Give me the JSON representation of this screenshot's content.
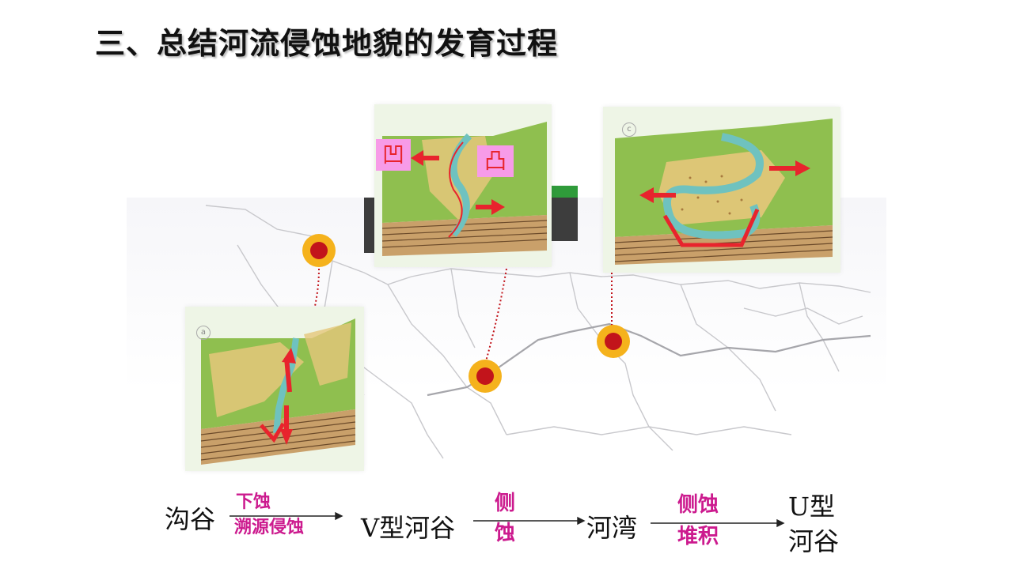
{
  "title": "三、总结河流侵蚀地貌的发育过程",
  "panels": {
    "a": {
      "letter": "a"
    },
    "b": {
      "letter": "",
      "concave_label": "凹",
      "convex_label": "凸"
    },
    "c": {
      "letter": "c"
    }
  },
  "flow": {
    "stage1": "沟谷",
    "process1_top": "下蚀",
    "process1_bottom": "溯源侵蚀",
    "stage2": "V型河谷",
    "process2_top": "侧",
    "process2_bottom": "蚀",
    "stage3": "河湾",
    "process3_top": "侧蚀",
    "process3_bottom": "堆积",
    "stage4_top": "U型",
    "stage4_bottom": "河谷"
  },
  "colors": {
    "arrow_red": "#e8242d",
    "marker_outer": "#f5b21c",
    "marker_inner": "#c2141b",
    "process_text": "#cc1a8e",
    "pink_box": "#f79be8",
    "river": "#6fc2bf",
    "terrain_green": "#6aa84f",
    "terrain_tan": "#e8c97a"
  }
}
